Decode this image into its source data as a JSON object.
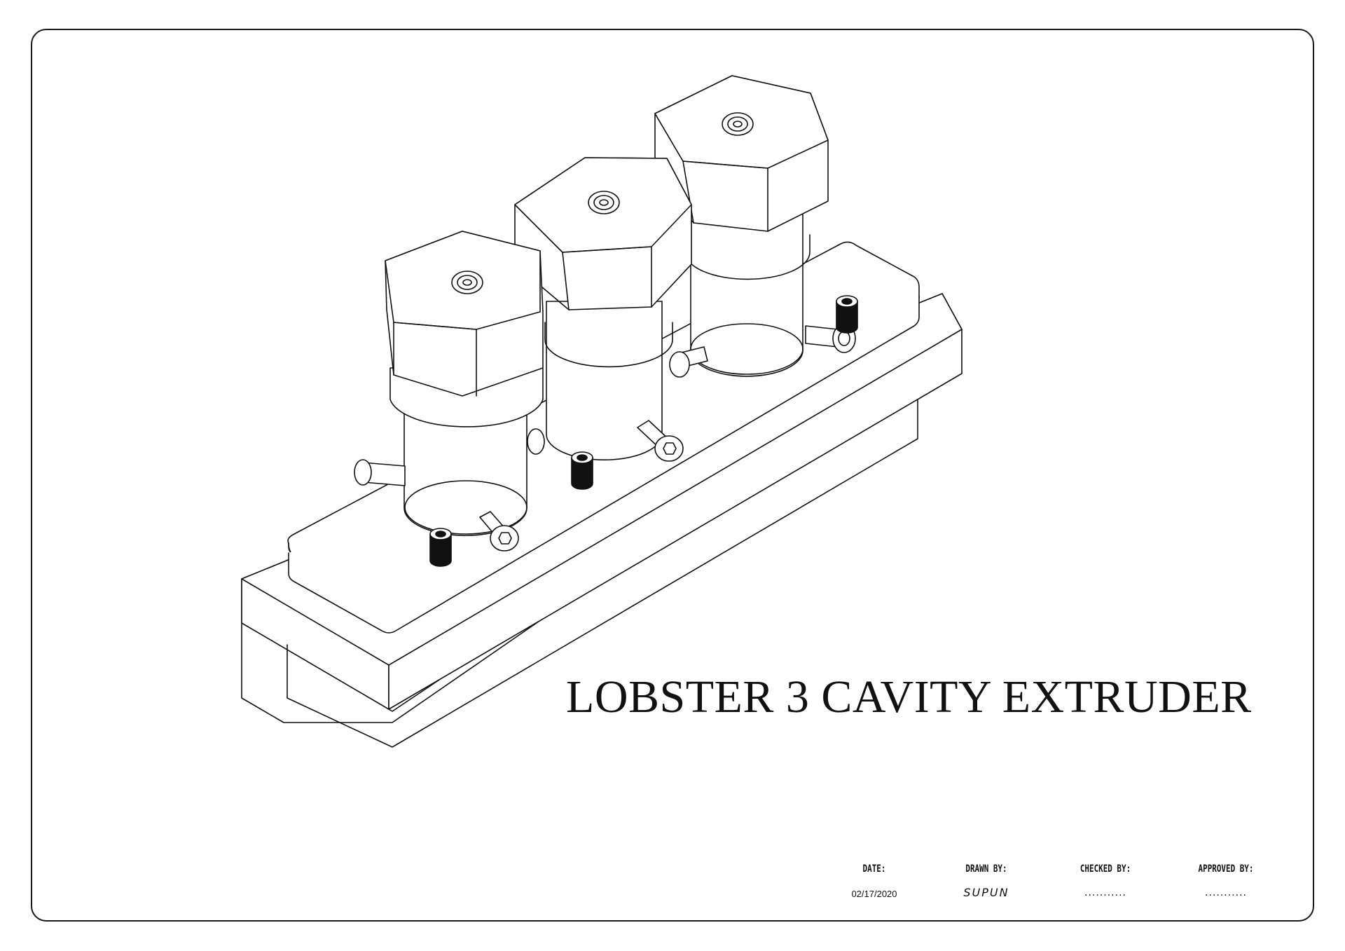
{
  "drawing": {
    "title": "LOBSTER 3 CAVITY EXTRUDER",
    "line_color": "#111111",
    "fill_color": "#ffffff"
  },
  "title_block": {
    "date_label": "DATE:",
    "date_value": "02/17/2020",
    "drawn_by_label": "DRAWN BY:",
    "drawn_by_value": "SUPUN",
    "checked_by_label": "CHECKED BY:",
    "checked_by_value": "...........",
    "approved_by_label": "APPROVED BY:",
    "approved_by_value": "..........."
  }
}
